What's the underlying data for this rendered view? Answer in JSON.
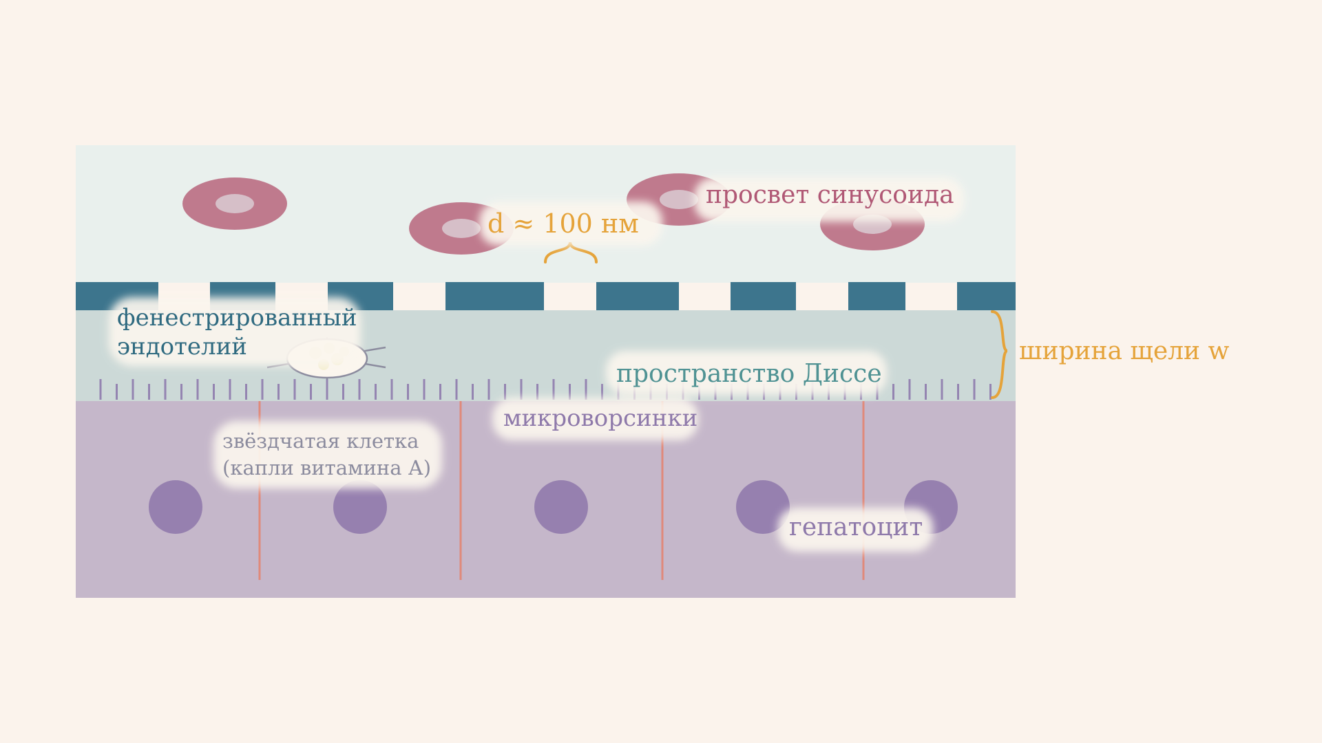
{
  "labels": {
    "lumen": "просвет синусоида",
    "fenestra_size": "d ≈ 100 нм",
    "endothelium_line1": "фенестрированный",
    "endothelium_line2": "эндотелий",
    "disse_space": "пространство Диссе",
    "gap_width": "ширина щели w",
    "microvilli": "микроворсинки",
    "stellate_line1": "звёздчатая клетка",
    "stellate_line2": "(капли витамина А)",
    "hepatocyte": "гепатоцит"
  },
  "colors": {
    "background": "#fbf3ec",
    "lumen": "#e9f0ed",
    "endothelium": "#3d758d",
    "disse": "#ccd9d7",
    "hepatocyte": "#c5b7ca",
    "hepatocyte_nucleus": "#9680af",
    "cell_border": "#e0897a",
    "rbc": "#bf7a8d",
    "microvilli": "#9484b1",
    "accent": "#e5a33a",
    "stellate": "#8b8b9e"
  }
}
